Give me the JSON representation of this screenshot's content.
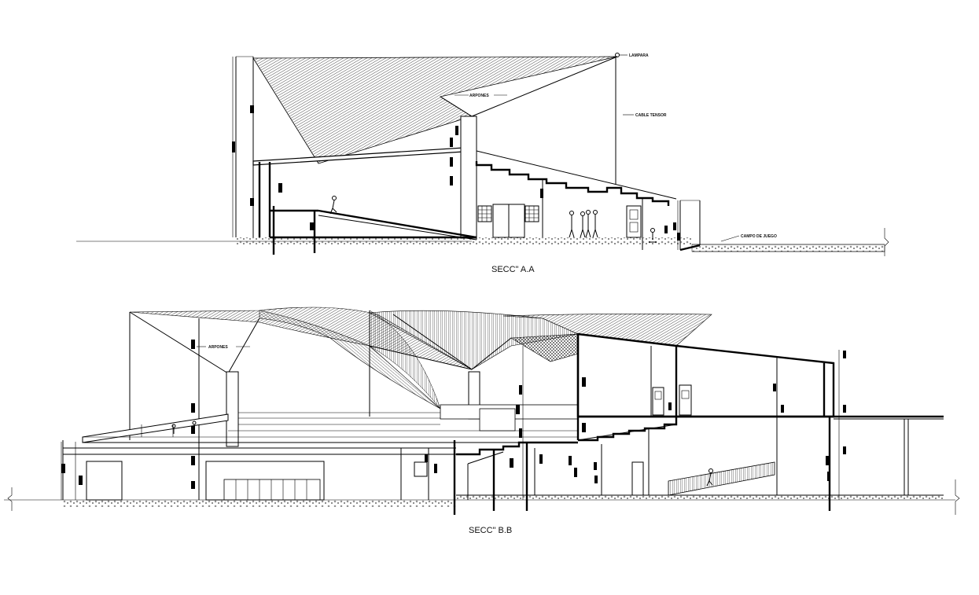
{
  "section_a": {
    "title": "SECC\" A.A",
    "labels": {
      "lamp": "LAMPARA",
      "trusses": "ARPONES",
      "cable": "CABLE TENSOR",
      "field": "CAMPO DE JUEGO"
    }
  },
  "section_b": {
    "title": "SECC\" B.B",
    "labels": {
      "trusses": "ARPONES"
    }
  }
}
